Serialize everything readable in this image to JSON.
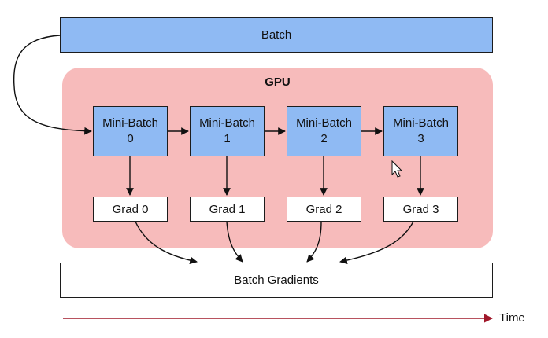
{
  "batch": {
    "label": "Batch"
  },
  "gpu": {
    "label": "GPU"
  },
  "mini_batches": [
    {
      "line1": "Mini-Batch",
      "line2": "0"
    },
    {
      "line1": "Mini-Batch",
      "line2": "1"
    },
    {
      "line1": "Mini-Batch",
      "line2": "2"
    },
    {
      "line1": "Mini-Batch",
      "line2": "3"
    }
  ],
  "grads": [
    {
      "label": "Grad 0"
    },
    {
      "label": "Grad 1"
    },
    {
      "label": "Grad 2"
    },
    {
      "label": "Grad 3"
    }
  ],
  "batch_gradients": {
    "label": "Batch Gradients"
  },
  "timeline": {
    "label": "Time",
    "color": "#a0182a"
  },
  "colors": {
    "batch_fill": "#8fbaf3",
    "gpu_fill": "#f7bbbb",
    "stroke": "#1c1c1c"
  }
}
